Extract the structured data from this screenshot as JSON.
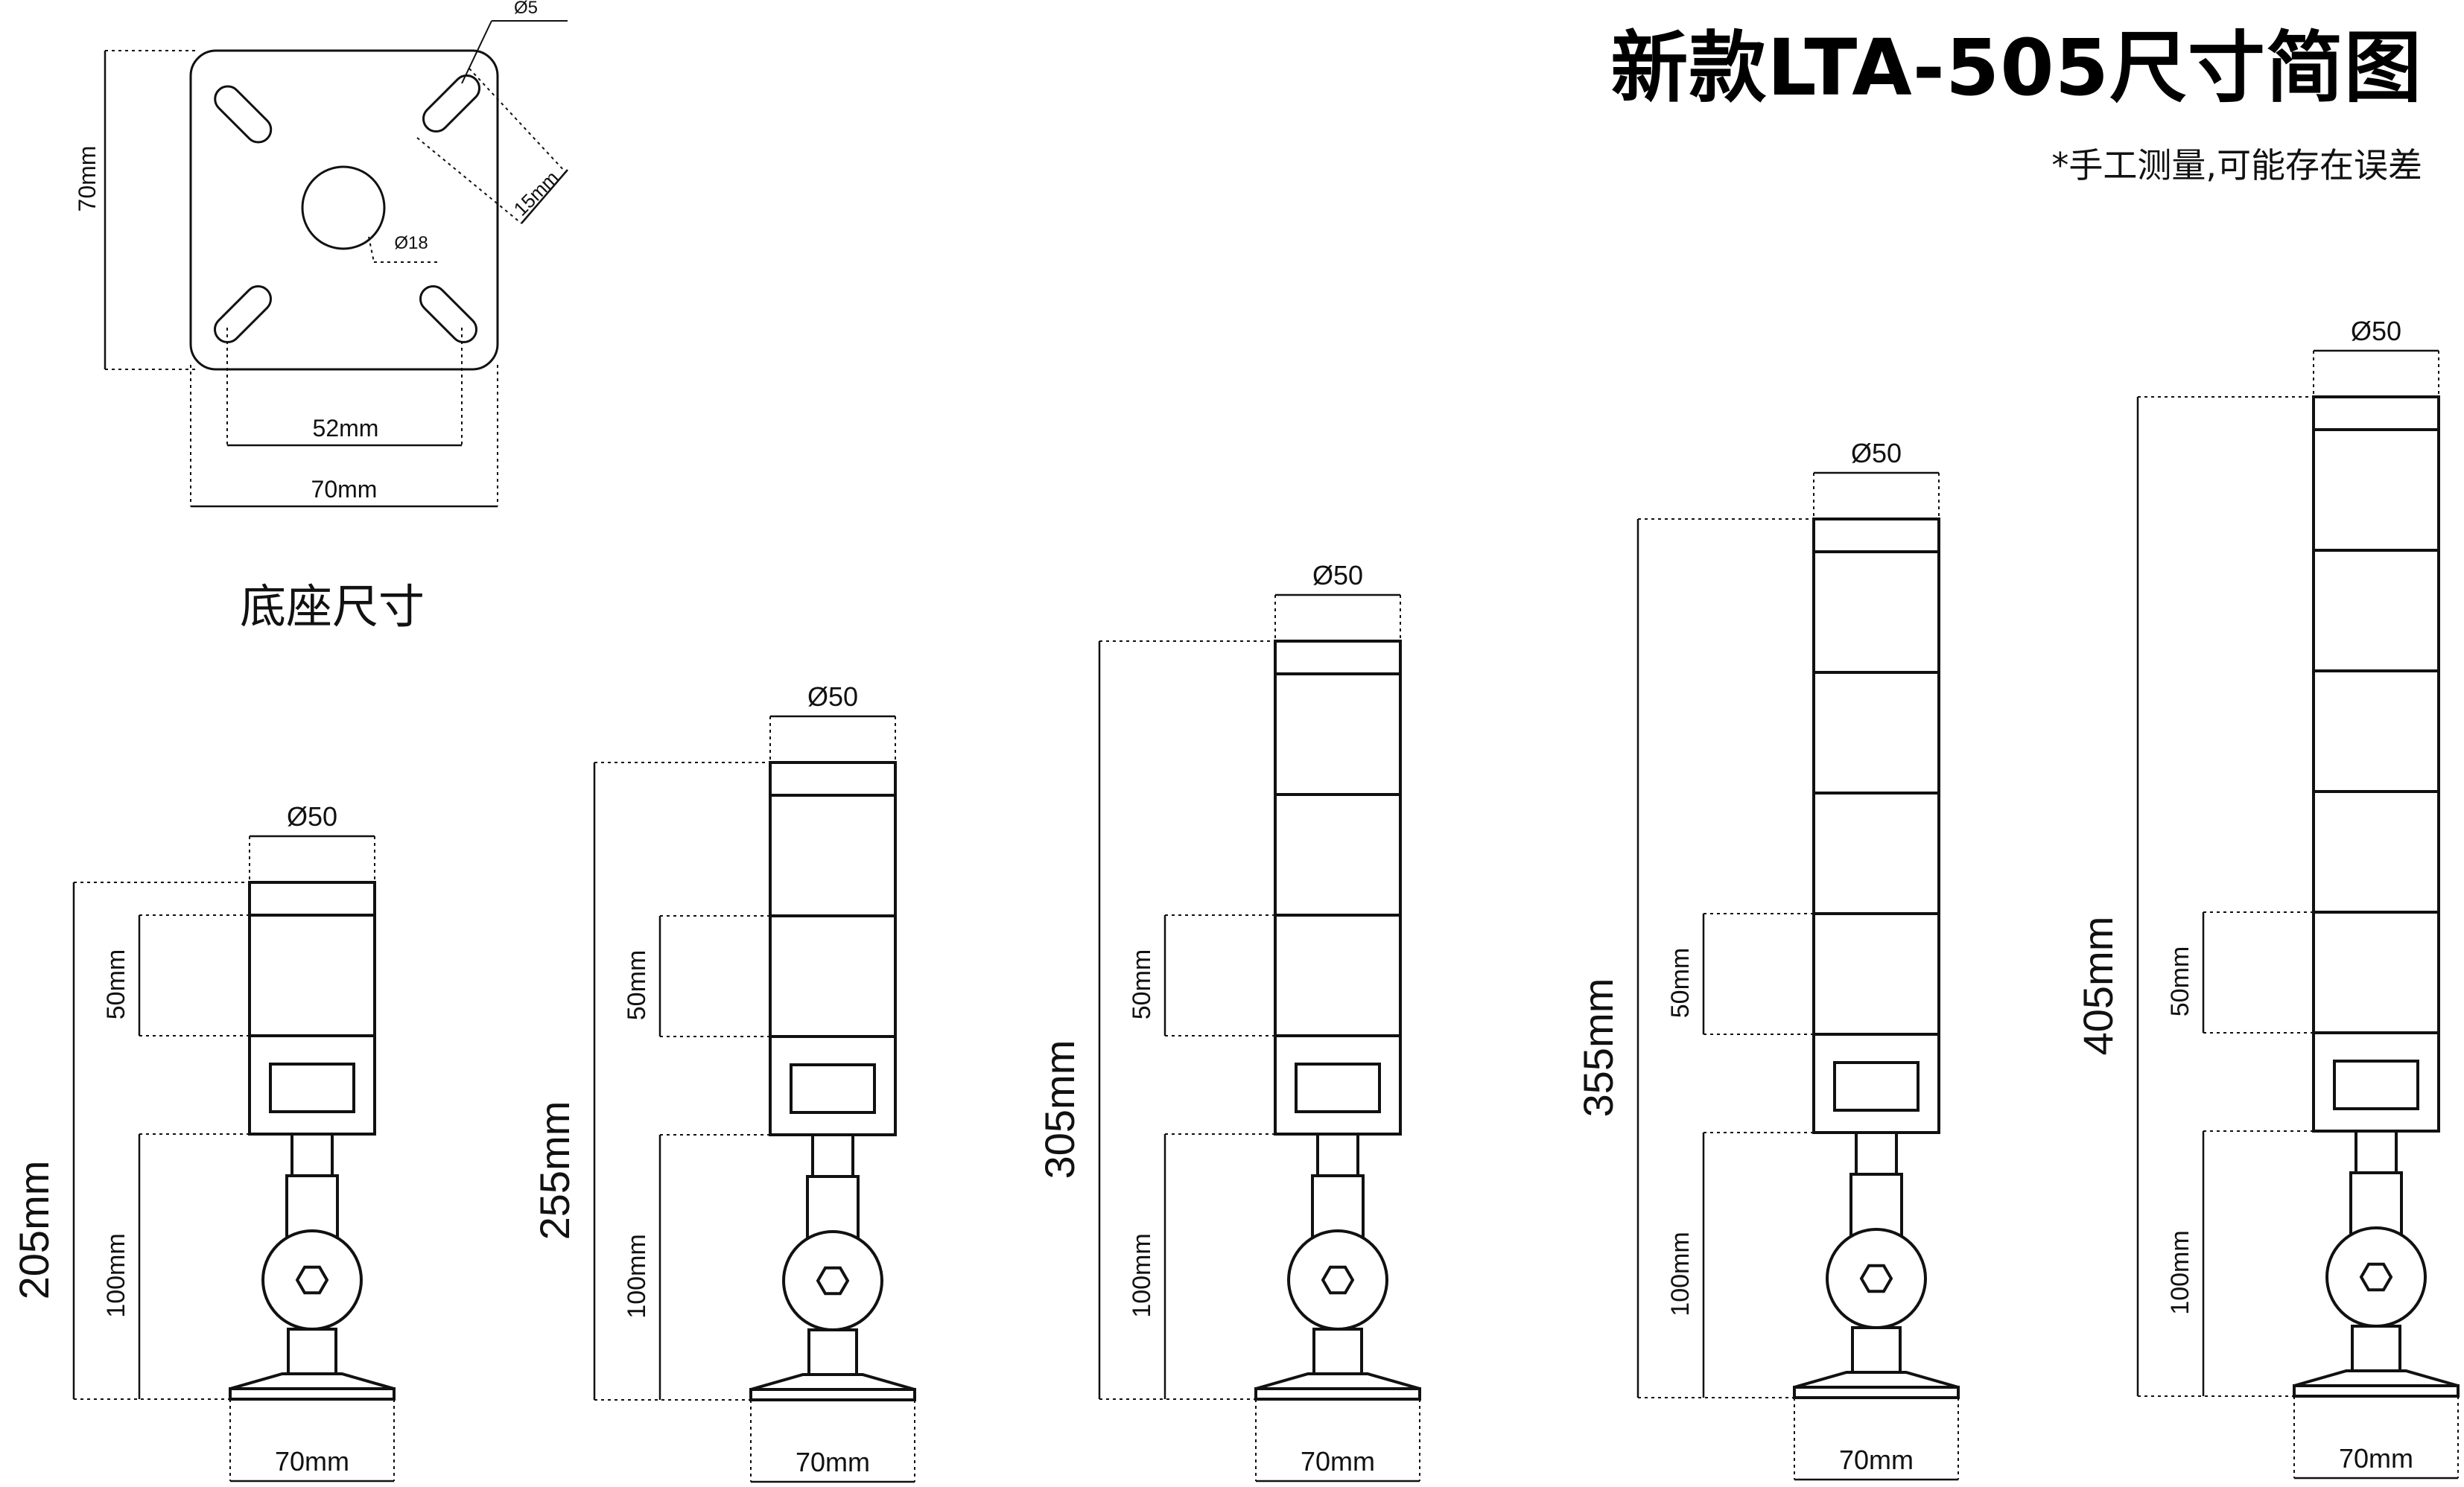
{
  "title": "新款LTA-505尺寸简图",
  "note": "*手工测量,可能存在误差",
  "base_plate": {
    "caption": "底座尺寸",
    "height_label": "70mm",
    "width_label": "70mm",
    "hole_spacing_label": "52mm",
    "slot_offset_label": "15mm",
    "slot_diameter_label": "Ø5",
    "center_hole_label": "Ø18"
  },
  "towers": [
    {
      "height_label": "205mm",
      "diameter_label": "Ø50",
      "tier_label": "50mm",
      "stem_label": "100mm",
      "base_label": "70mm",
      "tiers": 1
    },
    {
      "height_label": "255mm",
      "diameter_label": "Ø50",
      "tier_label": "50mm",
      "stem_label": "100mm",
      "base_label": "70mm",
      "tiers": 2
    },
    {
      "height_label": "305mm",
      "diameter_label": "Ø50",
      "tier_label": "50mm",
      "stem_label": "100mm",
      "base_label": "70mm",
      "tiers": 3
    },
    {
      "height_label": "355mm",
      "diameter_label": "Ø50",
      "tier_label": "50mm",
      "stem_label": "100mm",
      "base_label": "70mm",
      "tiers": 4
    },
    {
      "height_label": "405mm",
      "diameter_label": "Ø50",
      "tier_label": "50mm",
      "stem_label": "100mm",
      "base_label": "70mm",
      "tiers": 5
    }
  ]
}
